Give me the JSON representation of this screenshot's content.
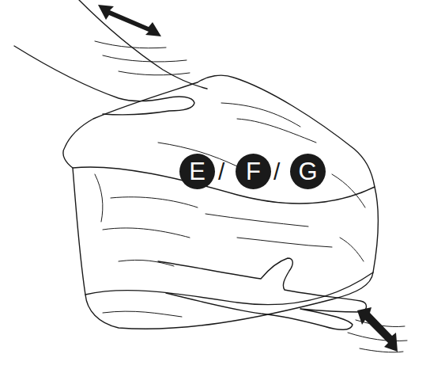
{
  "diagram": {
    "nodes": [
      {
        "text": [
          "E"
        ]
      },
      {
        "text": [
          "F"
        ]
      },
      {
        "text": [
          "G"
        ]
      }
    ],
    "labels": [
      "/",
      "/"
    ]
  }
}
